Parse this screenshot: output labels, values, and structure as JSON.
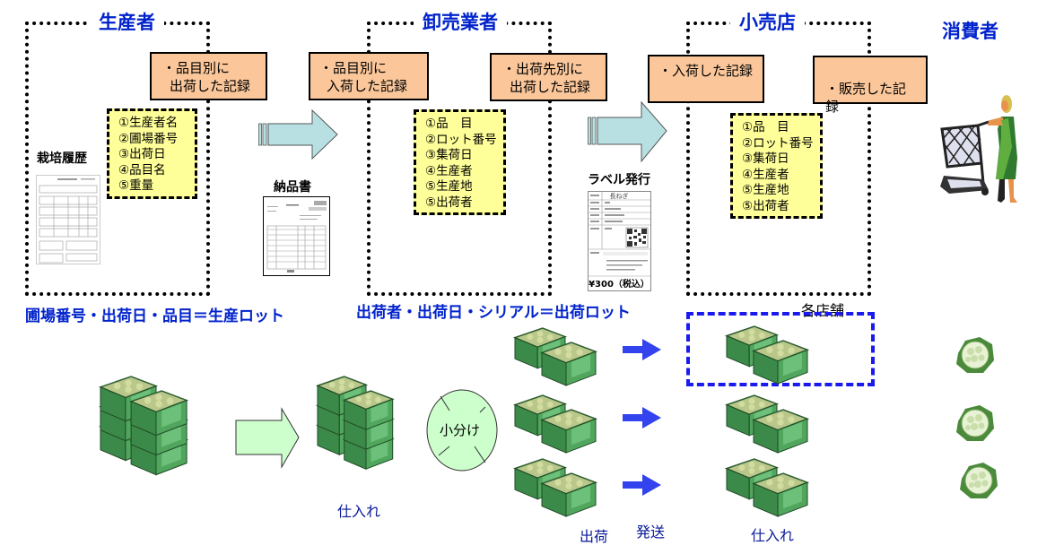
{
  "stages": {
    "producer": {
      "title": "生産者",
      "record": [
        "・品目別に",
        "出荷した記録"
      ],
      "info_items": [
        "①生産者名",
        "②圃場番号",
        "③出荷日",
        "④品目名",
        "⑤重量"
      ],
      "document_label": "栽培履歴",
      "lot_definition": "圃場番号・出荷日・品目＝生産ロット"
    },
    "wholesaler": {
      "title": "卸売業者",
      "record_in": [
        "・品目別に",
        "入荷した記録"
      ],
      "record_out": [
        "・出荷先別に",
        "出荷した記録"
      ],
      "info_items": [
        "①品　目",
        "②ロット番号",
        "③集荷日",
        "④生産者",
        "⑤生産地",
        "⑤出荷者"
      ],
      "lot_definition": "出荷者・出荷日・シリアル＝出荷ロット"
    },
    "retailer": {
      "title": "小売店",
      "record_in": [
        "・入荷した記録"
      ],
      "record_sale": [
        "・販売した記録"
      ],
      "info_items": [
        "①品　目",
        "②ロット番号",
        "③集荷日",
        "④生産者",
        "⑤生産地",
        "⑤出荷者"
      ],
      "store_label": "各店舗"
    },
    "consumer": {
      "title": "消費者"
    }
  },
  "documents": {
    "delivery_note": "納品書",
    "label_issue": "ラベル発行",
    "label_price": "¥300（税込）",
    "label_product": "長ねぎ"
  },
  "flow": {
    "subdivide": "小分け",
    "purchase_wholesale": "仕入れ",
    "ship": "出荷",
    "dispatch": "発送",
    "purchase_retail": "仕入れ"
  },
  "colors": {
    "title_blue": "#0022cc",
    "record_fill": "#fbc79a",
    "info_fill": "#ffff99",
    "arrow_teal": "#b8e0e2",
    "arrow_green": "#ccffcc",
    "flow_blue": "#3344ee",
    "crate_green": "#3c8a4a"
  }
}
